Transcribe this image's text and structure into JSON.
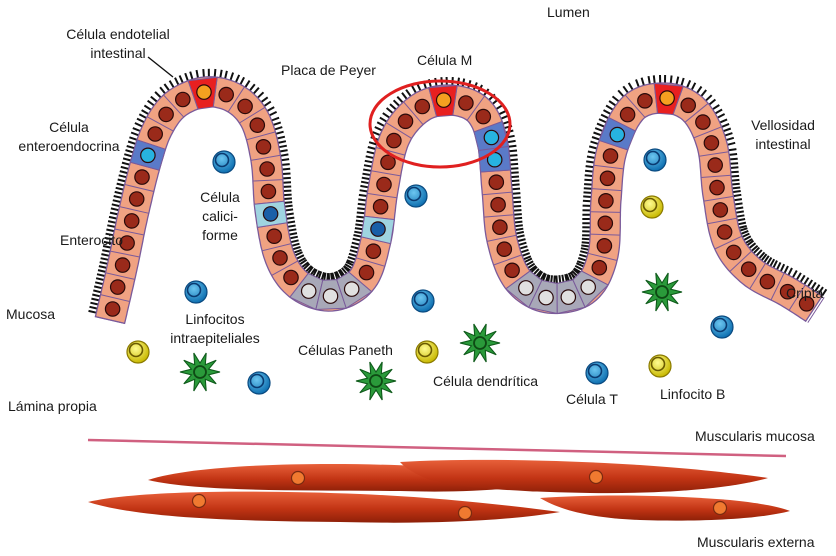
{
  "labels": {
    "lumen": "Lumen",
    "endothelial_1": "Célula endotelial",
    "endothelial_2": "intestinal",
    "peyer": "Placa de Peyer",
    "m_cell": "Célula M",
    "villus_1": "Vellosidad",
    "villus_2": "intestinal",
    "enteroendocrine_1": "Célula",
    "enteroendocrine_2": "enteroendocrina",
    "goblet_1": "Célula",
    "goblet_2": "calici-",
    "goblet_3": "forme",
    "enterocyte": "Enterocito",
    "crypt": "Cripta",
    "mucosa": "Mucosa",
    "iel_1": "Linfocitos",
    "iel_2": "intraepiteliales",
    "paneth": "Células Paneth",
    "dendritic": "Célula dendrítica",
    "t_cell": "Célula T",
    "b_cell": "Linfocito B",
    "lamina": "Lámina propia",
    "musc_mucosa": "Muscularis mucosa",
    "musc_externa": "Muscularis externa"
  },
  "colors": {
    "epithelium": "#f0a282",
    "epithelium_stroke": "#7a5a9a",
    "nucleus": "#9a2a1a",
    "microvilli": "#111111",
    "m_cell": "#e82020",
    "m_cell_nucleus": "#f5a020",
    "enteroendocrine": "#5a7ac8",
    "enteroendocrine_nucleus": "#27b3e0",
    "goblet": "#9fd4e0",
    "goblet_nucleus": "#1a5fa8",
    "paneth": "#a8a8b8",
    "paneth_nucleus": "#e0e0e0",
    "t_cell": "#1b8fd0",
    "b_cell": "#e8e020",
    "dendritic": "#2a9a3a",
    "highlight_ellipse": "#e02020",
    "muscularis_mucosa": "#d06080",
    "muscle": "#c83818"
  },
  "icons": [
    "m-cell-highlight-icon",
    "t-cell-icon",
    "b-cell-icon",
    "dendritic-cell-icon",
    "muscle-fiber-icon"
  ]
}
